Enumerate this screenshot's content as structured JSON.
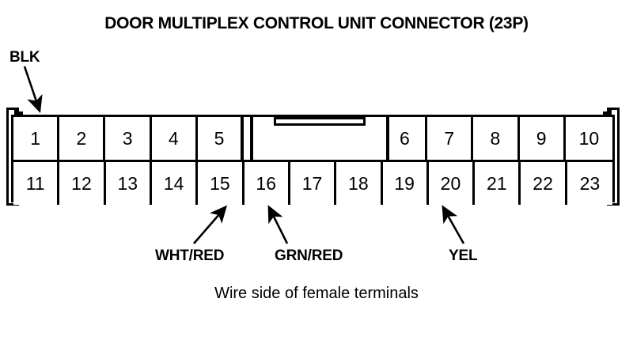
{
  "title": "DOOR MULTIPLEX CONTROL UNIT CONNECTOR (23P)",
  "caption": "Wire side of female terminals",
  "connector": {
    "terminal_count": 23,
    "top_row": [
      "1",
      "2",
      "3",
      "4",
      "5",
      "6",
      "7",
      "8",
      "9",
      "10"
    ],
    "bottom_row": [
      "11",
      "12",
      "13",
      "14",
      "15",
      "16",
      "17",
      "18",
      "19",
      "20",
      "21",
      "22",
      "23"
    ],
    "top_row_left_group": [
      "1",
      "2",
      "3",
      "4",
      "5"
    ],
    "top_row_right_group": [
      "6",
      "7",
      "8",
      "9",
      "10"
    ],
    "center_bay_empty": true,
    "center_bay_spans_terminals": [
      "16",
      "17",
      "18"
    ]
  },
  "callouts": [
    {
      "label": "BLK",
      "terminal": "1",
      "position": "top-left"
    },
    {
      "label": "WHT/RED",
      "terminal": "15",
      "position": "bottom"
    },
    {
      "label": "GRN/RED",
      "terminal": "16",
      "position": "bottom"
    },
    {
      "label": "YEL",
      "terminal": "20",
      "position": "bottom"
    }
  ],
  "colors": {
    "ink": "#000000",
    "background": "#ffffff"
  }
}
